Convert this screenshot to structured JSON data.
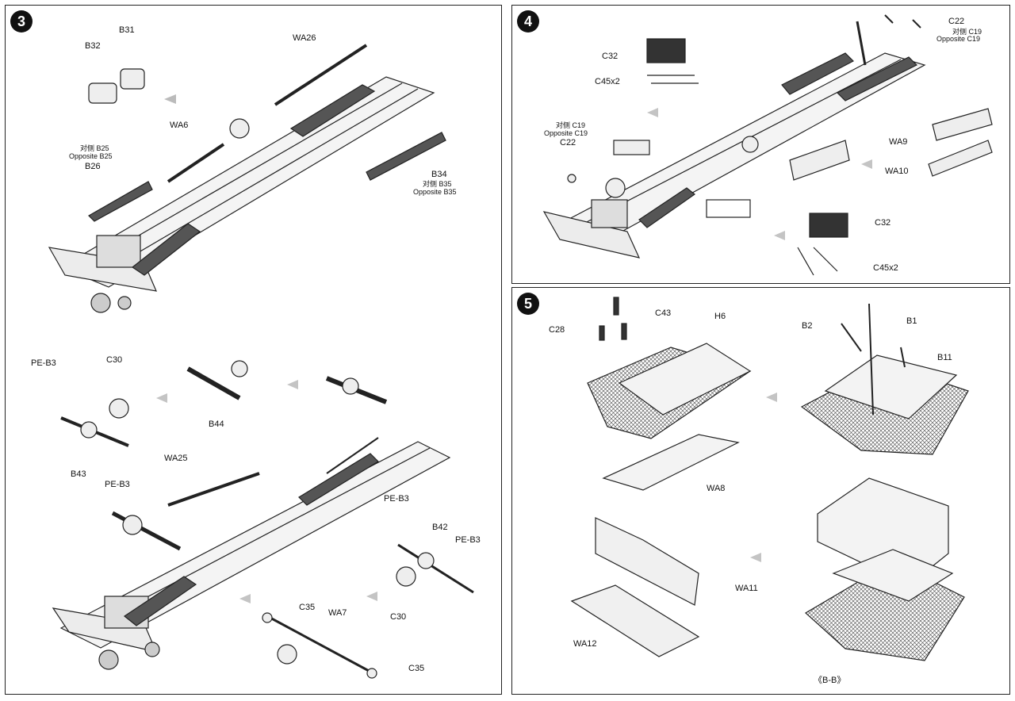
{
  "steps": {
    "s3": "3",
    "s4": "4",
    "s5": "5"
  },
  "panel3": {
    "B31": "B31",
    "B32": "B32",
    "WA26": "WA26",
    "WA6": "WA6",
    "B25_cn": "对侧 B25",
    "B25_opp": "Opposite B25",
    "B26": "B26",
    "B34": "B34",
    "B35_cn": "对侧 B35",
    "B35_opp": "Opposite B35",
    "PEB3_a": "PE-B3",
    "C30_a": "C30",
    "B43": "B43",
    "PEB3_b": "PE-B3",
    "B44": "B44",
    "WA25": "WA25",
    "PEB3_c": "PE-B3",
    "B42": "B42",
    "PEB3_d": "PE-B3",
    "C30_b": "C30",
    "C35_a": "C35",
    "WA7": "WA7",
    "C35_b": "C35"
  },
  "panel4": {
    "C32_a": "C32",
    "C45_a": "C45x2",
    "C22_top": "C22",
    "C19_cn_top": "对侧 C19",
    "C19_opp_top": "Opposite C19",
    "C19_cn_left": "对侧 C19",
    "C19_opp_left": "Opposite C19",
    "C22_left": "C22",
    "WA9": "WA9",
    "WA10": "WA10",
    "C32_b": "C32",
    "C45_b": "C45x2"
  },
  "panel5": {
    "C28": "C28",
    "C43": "C43",
    "H6": "H6",
    "B2": "B2",
    "B1": "B1",
    "B11": "B11",
    "WA8": "WA8",
    "WA11": "WA11",
    "WA12": "WA12",
    "BB": "《B-B》"
  }
}
